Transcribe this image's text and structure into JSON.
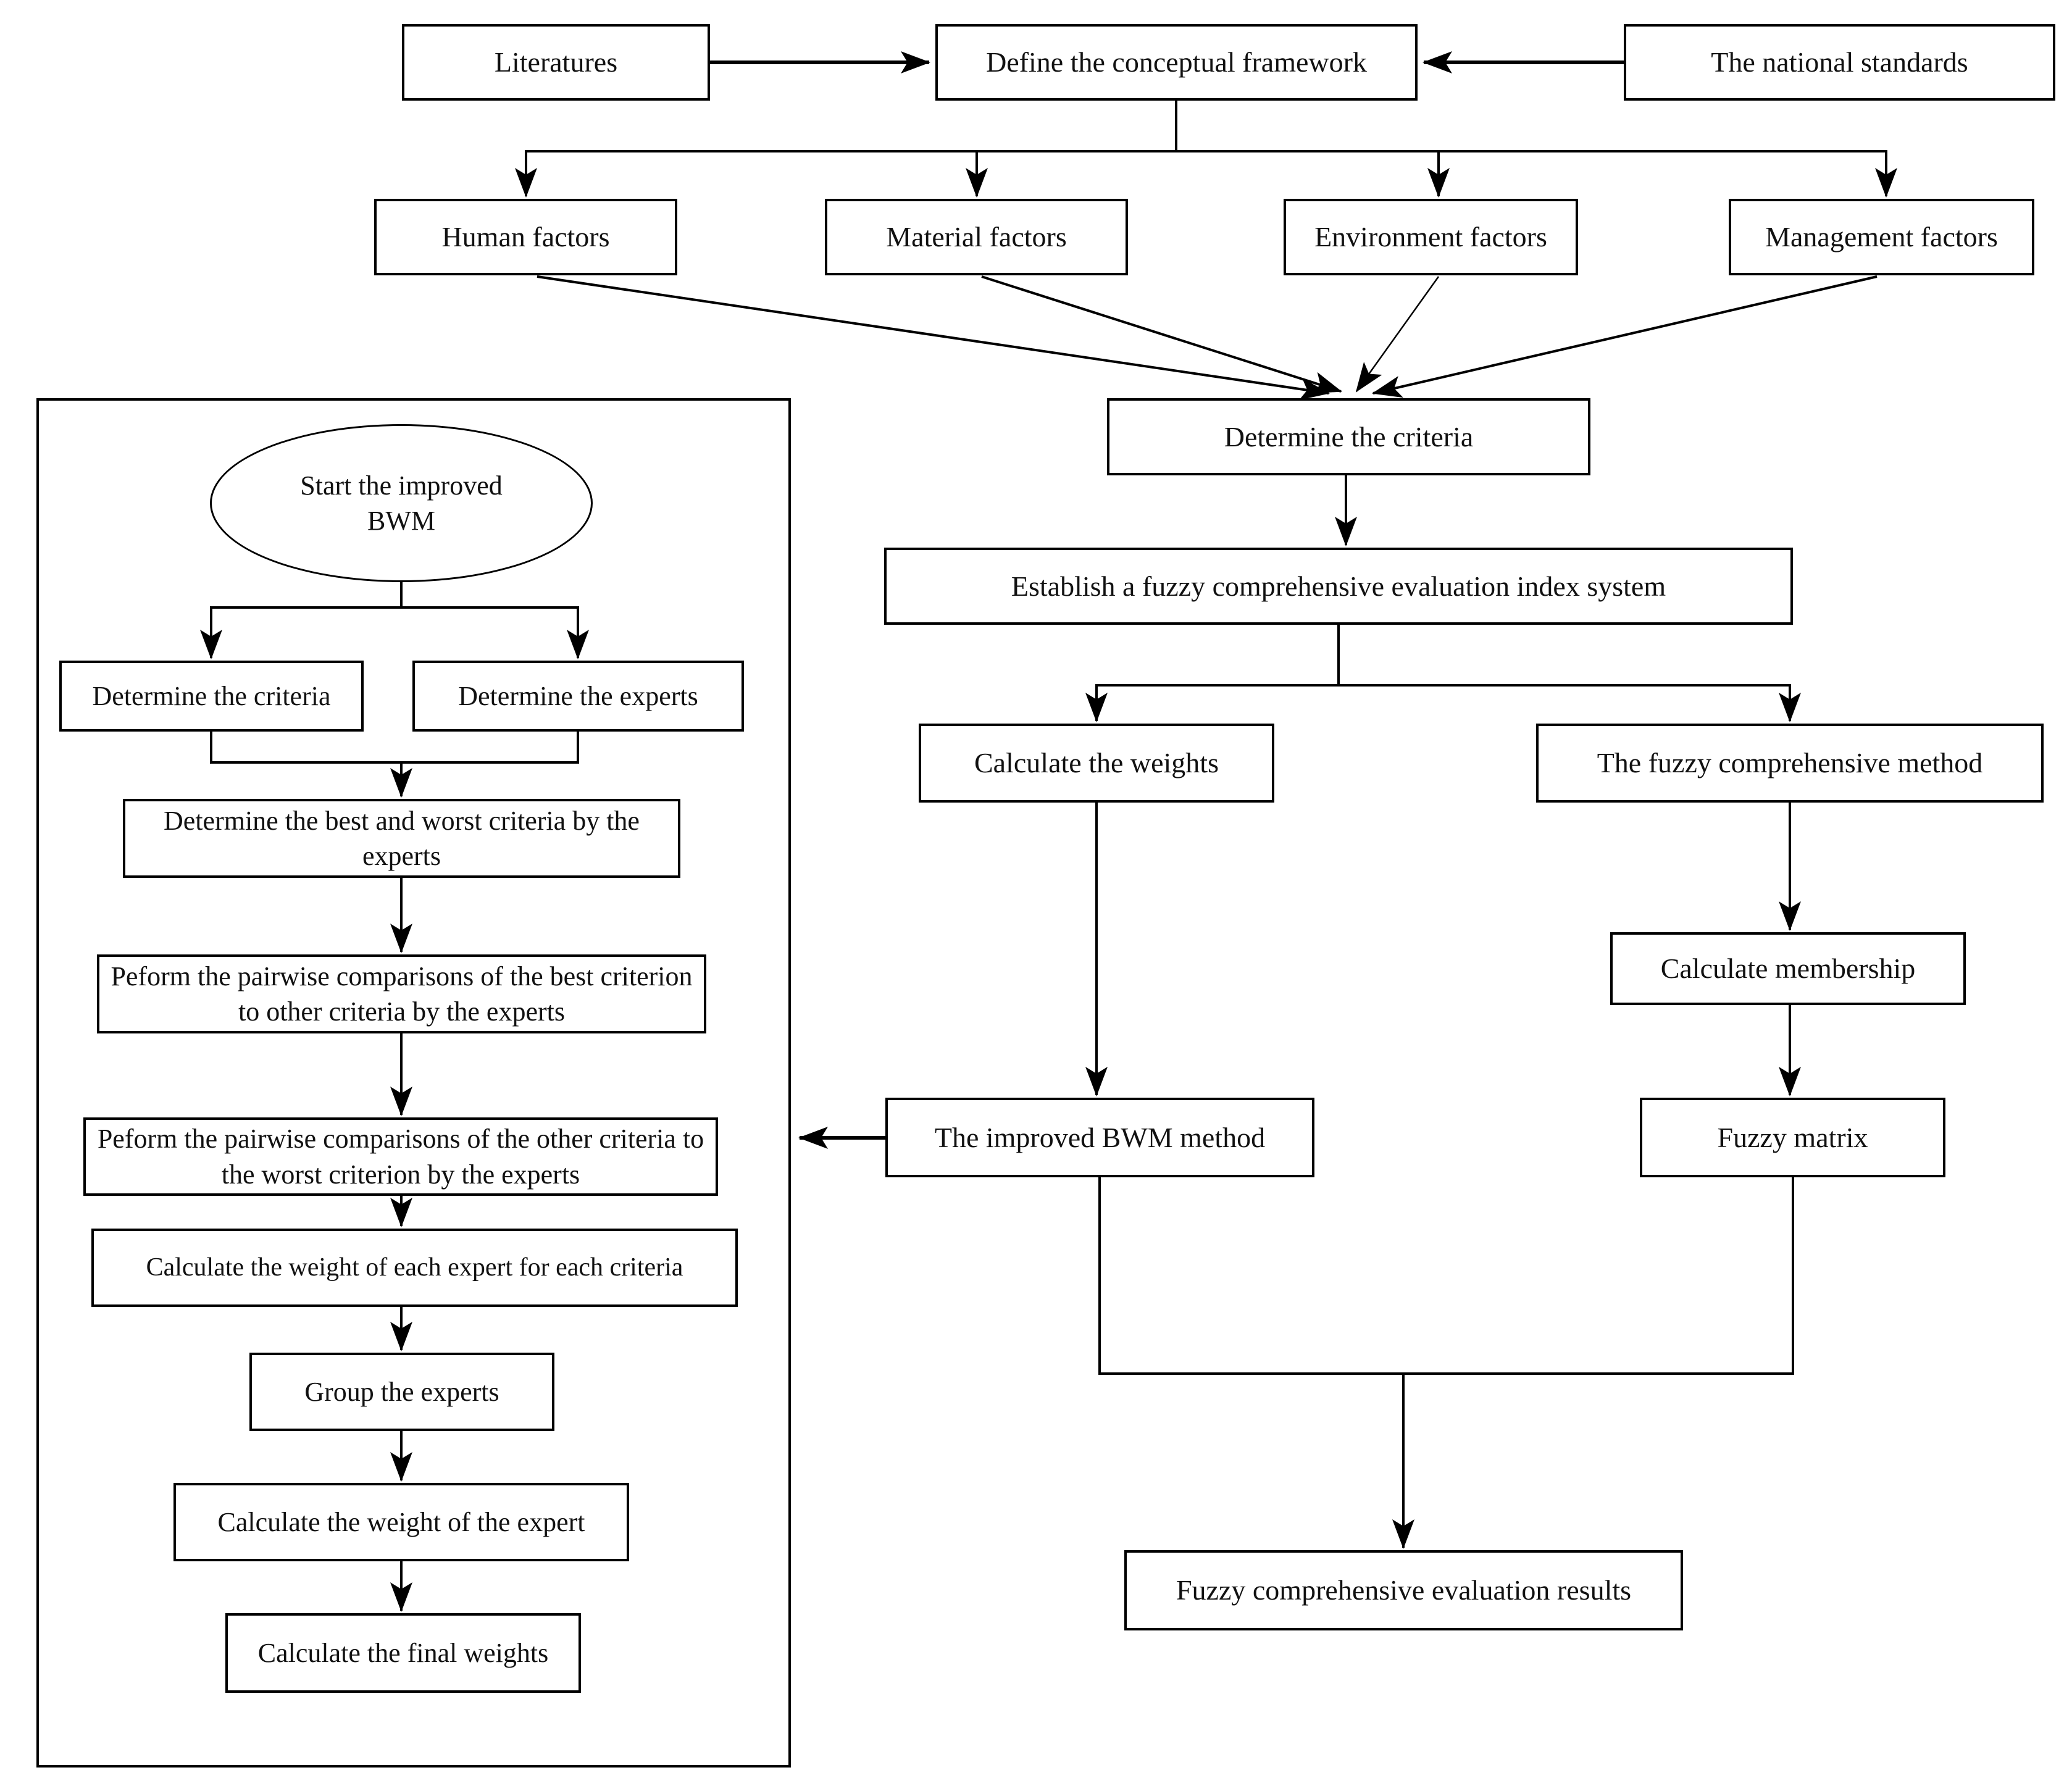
{
  "colors": {
    "background": "#ffffff",
    "line": "#000000",
    "box_border": "#000000",
    "box_fill": "#ffffff",
    "text": "#111111"
  },
  "labels": {
    "literatures": "Literatures",
    "define_framework": "Define the conceptual framework",
    "national_standards": "The national standards",
    "human_factors": "Human factors",
    "material_factors": "Material factors",
    "environment_factors": "Environment factors",
    "management_factors": "Management factors",
    "determine_criteria": "Determine the criteria",
    "establish_index": "Establish a fuzzy comprehensive evaluation index system",
    "calculate_weights": "Calculate  the weights",
    "fuzzy_method": "The fuzzy comprehensive method",
    "calculate_membership": "Calculate membership",
    "improved_bwm": "The improved  BWM method",
    "fuzzy_matrix": "Fuzzy matrix",
    "results": "Fuzzy comprehensive evaluation results",
    "bwm_start": "Start the improved BWM",
    "bwm_determine_criteria": "Determine the criteria",
    "bwm_determine_experts": "Determine the experts",
    "bwm_best_worst": "Determine the best and worst criteria by the experts",
    "bwm_pairwise_best": "Peform the pairwise comparisons of the best criterion to other criteria by the experts",
    "bwm_pairwise_worst": "Peform the pairwise comparisons of the other criteria to the worst criterion by the experts",
    "bwm_weight_each": "Calculate the weight of each expert for each criteria",
    "bwm_group": "Group the experts",
    "bwm_weight_expert": "Calculate the weight of the expert",
    "bwm_final_weights": "Calculate the final weights"
  },
  "edges": [
    {
      "from": "literatures",
      "to": "define_framework"
    },
    {
      "from": "national_standards",
      "to": "define_framework"
    },
    {
      "from": "define_framework",
      "to": "human_factors"
    },
    {
      "from": "define_framework",
      "to": "material_factors"
    },
    {
      "from": "define_framework",
      "to": "environment_factors"
    },
    {
      "from": "define_framework",
      "to": "management_factors"
    },
    {
      "from": "human_factors",
      "to": "determine_criteria"
    },
    {
      "from": "material_factors",
      "to": "determine_criteria"
    },
    {
      "from": "environment_factors",
      "to": "determine_criteria"
    },
    {
      "from": "management_factors",
      "to": "determine_criteria"
    },
    {
      "from": "determine_criteria",
      "to": "establish_index"
    },
    {
      "from": "establish_index",
      "to": "calculate_weights"
    },
    {
      "from": "establish_index",
      "to": "fuzzy_method"
    },
    {
      "from": "calculate_weights",
      "to": "improved_bwm"
    },
    {
      "from": "fuzzy_method",
      "to": "calculate_membership"
    },
    {
      "from": "calculate_membership",
      "to": "fuzzy_matrix"
    },
    {
      "from": "improved_bwm",
      "to": "bwm_panel"
    },
    {
      "from": "improved_bwm",
      "to": "results"
    },
    {
      "from": "fuzzy_matrix",
      "to": "results"
    },
    {
      "from": "bwm_start",
      "to": "bwm_determine_criteria"
    },
    {
      "from": "bwm_start",
      "to": "bwm_determine_experts"
    },
    {
      "from": "bwm_determine_criteria",
      "to": "bwm_best_worst"
    },
    {
      "from": "bwm_determine_experts",
      "to": "bwm_best_worst"
    },
    {
      "from": "bwm_best_worst",
      "to": "bwm_pairwise_best"
    },
    {
      "from": "bwm_pairwise_best",
      "to": "bwm_pairwise_worst"
    },
    {
      "from": "bwm_pairwise_worst",
      "to": "bwm_weight_each"
    },
    {
      "from": "bwm_weight_each",
      "to": "bwm_group"
    },
    {
      "from": "bwm_group",
      "to": "bwm_weight_expert"
    },
    {
      "from": "bwm_weight_expert",
      "to": "bwm_final_weights"
    }
  ]
}
